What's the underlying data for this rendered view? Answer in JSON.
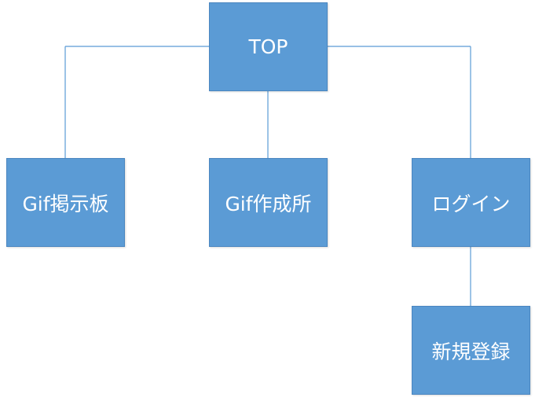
{
  "colors": {
    "node_fill": "#5b9bd5",
    "connector": "#5b9bd5",
    "text": "#ffffff"
  },
  "nodes": {
    "top": "TOP",
    "gif_board": "Gif掲示板",
    "gif_creator": "Gif作成所",
    "login": "ログイン",
    "signup": "新規登録"
  },
  "edges": [
    [
      "top",
      "gif_board"
    ],
    [
      "top",
      "gif_creator"
    ],
    [
      "top",
      "login"
    ],
    [
      "login",
      "signup"
    ]
  ]
}
